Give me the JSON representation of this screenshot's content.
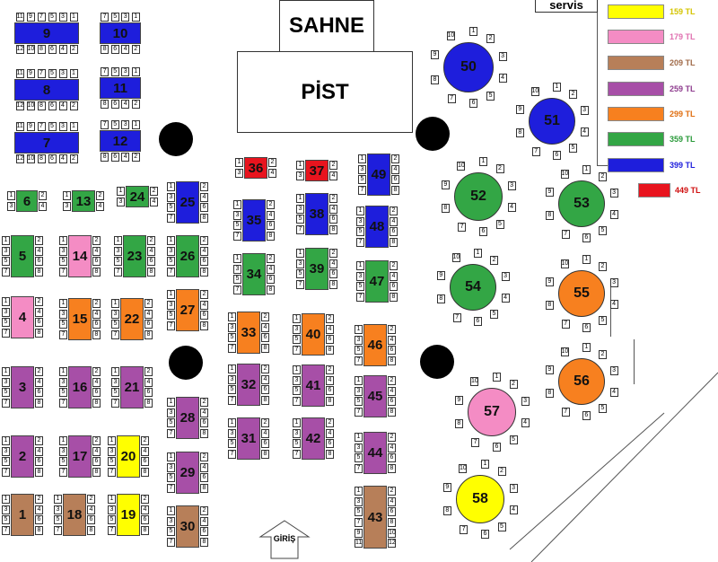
{
  "venue": {
    "stage_label": "SAHNE",
    "dance_floor_label": "PİST",
    "service_label": "servis",
    "entrance_label": "GİRİŞ"
  },
  "colors": {
    "yellow": "#ffff00",
    "pink": "#f48cc4",
    "brown": "#b77f59",
    "purple": "#a74fa7",
    "orange": "#f7801f",
    "green": "#33a645",
    "blue": "#1e1edc",
    "red": "#e8141e"
  },
  "legend": [
    {
      "price": "159 TL",
      "color": "#ffff00",
      "text_color": "#d4c400"
    },
    {
      "price": "179 TL",
      "color": "#f48cc4",
      "text_color": "#e070b0"
    },
    {
      "price": "209 TL",
      "color": "#b77f59",
      "text_color": "#a06a48"
    },
    {
      "price": "259 TL",
      "color": "#a74fa7",
      "text_color": "#8e3c8e"
    },
    {
      "price": "299 TL",
      "color": "#f7801f",
      "text_color": "#e06e10"
    },
    {
      "price": "359 TL",
      "color": "#33a645",
      "text_color": "#2a9a3a"
    },
    {
      "price": "399 TL",
      "color": "#1e1edc",
      "text_color": "#1e1edc"
    },
    {
      "price": "449 TL",
      "color": "#e8141e",
      "text_color": "#d01010"
    }
  ],
  "tables": [
    {
      "id": "1",
      "color": "brown",
      "seats": 8
    },
    {
      "id": "2",
      "color": "purple",
      "seats": 8
    },
    {
      "id": "3",
      "color": "purple",
      "seats": 8
    },
    {
      "id": "4",
      "color": "pink",
      "seats": 8
    },
    {
      "id": "5",
      "color": "green",
      "seats": 8
    },
    {
      "id": "6",
      "color": "green",
      "seats": 4
    },
    {
      "id": "7",
      "color": "blue",
      "seats": 12
    },
    {
      "id": "8",
      "color": "blue",
      "seats": 12
    },
    {
      "id": "9",
      "color": "blue",
      "seats": 12
    },
    {
      "id": "10",
      "color": "blue",
      "seats": 8
    },
    {
      "id": "11",
      "color": "blue",
      "seats": 8
    },
    {
      "id": "12",
      "color": "blue",
      "seats": 8
    },
    {
      "id": "13",
      "color": "green",
      "seats": 4
    },
    {
      "id": "14",
      "color": "pink",
      "seats": 8
    },
    {
      "id": "15",
      "color": "orange",
      "seats": 8
    },
    {
      "id": "16",
      "color": "purple",
      "seats": 8
    },
    {
      "id": "17",
      "color": "purple",
      "seats": 8
    },
    {
      "id": "18",
      "color": "brown",
      "seats": 8
    },
    {
      "id": "19",
      "color": "yellow",
      "seats": 8
    },
    {
      "id": "20",
      "color": "yellow",
      "seats": 8
    },
    {
      "id": "21",
      "color": "purple",
      "seats": 8
    },
    {
      "id": "22",
      "color": "orange",
      "seats": 8
    },
    {
      "id": "23",
      "color": "green",
      "seats": 8
    },
    {
      "id": "24",
      "color": "green",
      "seats": 4
    },
    {
      "id": "25",
      "color": "blue",
      "seats": 8
    },
    {
      "id": "26",
      "color": "green",
      "seats": 8
    },
    {
      "id": "27",
      "color": "orange",
      "seats": 8
    },
    {
      "id": "28",
      "color": "purple",
      "seats": 8
    },
    {
      "id": "29",
      "color": "purple",
      "seats": 8
    },
    {
      "id": "30",
      "color": "brown",
      "seats": 8
    },
    {
      "id": "31",
      "color": "purple",
      "seats": 8
    },
    {
      "id": "32",
      "color": "purple",
      "seats": 8
    },
    {
      "id": "33",
      "color": "orange",
      "seats": 8
    },
    {
      "id": "34",
      "color": "green",
      "seats": 8
    },
    {
      "id": "35",
      "color": "blue",
      "seats": 8
    },
    {
      "id": "36",
      "color": "red",
      "seats": 4
    },
    {
      "id": "37",
      "color": "red",
      "seats": 4
    },
    {
      "id": "38",
      "color": "blue",
      "seats": 8
    },
    {
      "id": "39",
      "color": "green",
      "seats": 8
    },
    {
      "id": "40",
      "color": "orange",
      "seats": 8
    },
    {
      "id": "41",
      "color": "purple",
      "seats": 8
    },
    {
      "id": "42",
      "color": "purple",
      "seats": 8
    },
    {
      "id": "43",
      "color": "brown",
      "seats": 12
    },
    {
      "id": "44",
      "color": "purple",
      "seats": 8
    },
    {
      "id": "45",
      "color": "purple",
      "seats": 8
    },
    {
      "id": "46",
      "color": "orange",
      "seats": 8
    },
    {
      "id": "47",
      "color": "green",
      "seats": 8
    },
    {
      "id": "48",
      "color": "blue",
      "seats": 8
    },
    {
      "id": "49",
      "color": "blue",
      "seats": 8
    },
    {
      "id": "50",
      "color": "blue",
      "seats": 10
    },
    {
      "id": "51",
      "color": "blue",
      "seats": 10
    },
    {
      "id": "52",
      "color": "green",
      "seats": 10
    },
    {
      "id": "53",
      "color": "green",
      "seats": 10
    },
    {
      "id": "54",
      "color": "green",
      "seats": 10
    },
    {
      "id": "55",
      "color": "orange",
      "seats": 10
    },
    {
      "id": "56",
      "color": "orange",
      "seats": 10
    },
    {
      "id": "57",
      "color": "pink",
      "seats": 10
    },
    {
      "id": "58",
      "color": "yellow",
      "seats": 10
    }
  ]
}
